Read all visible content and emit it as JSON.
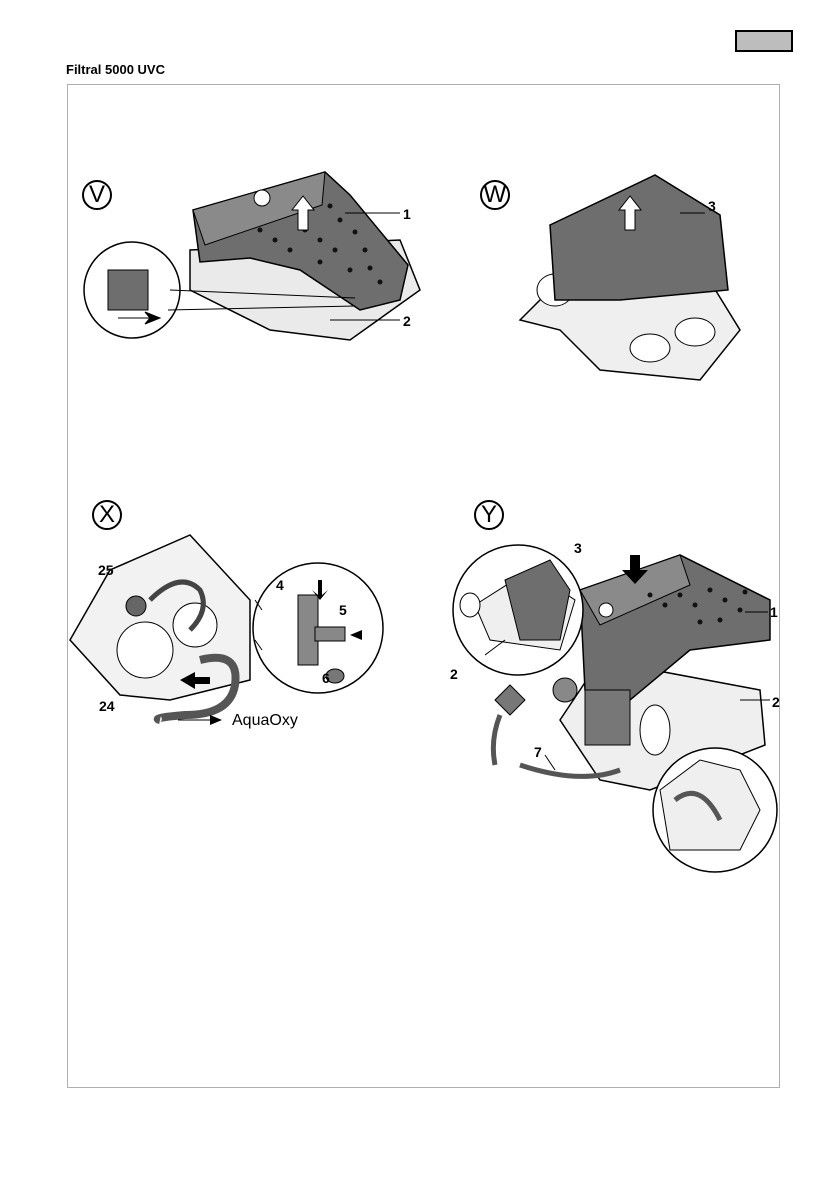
{
  "document": {
    "title": "Filtral 5000 UVC"
  },
  "figures": {
    "V": {
      "label": "V",
      "callouts": [
        "1",
        "2"
      ]
    },
    "W": {
      "label": "W",
      "callouts": [
        "3"
      ]
    },
    "X": {
      "label": "X",
      "callouts": [
        "25",
        "4",
        "5",
        "6",
        "24"
      ],
      "text": "AquaOxy"
    },
    "Y": {
      "label": "Y",
      "callouts": [
        "3",
        "1",
        "2",
        "2",
        "7"
      ]
    }
  }
}
